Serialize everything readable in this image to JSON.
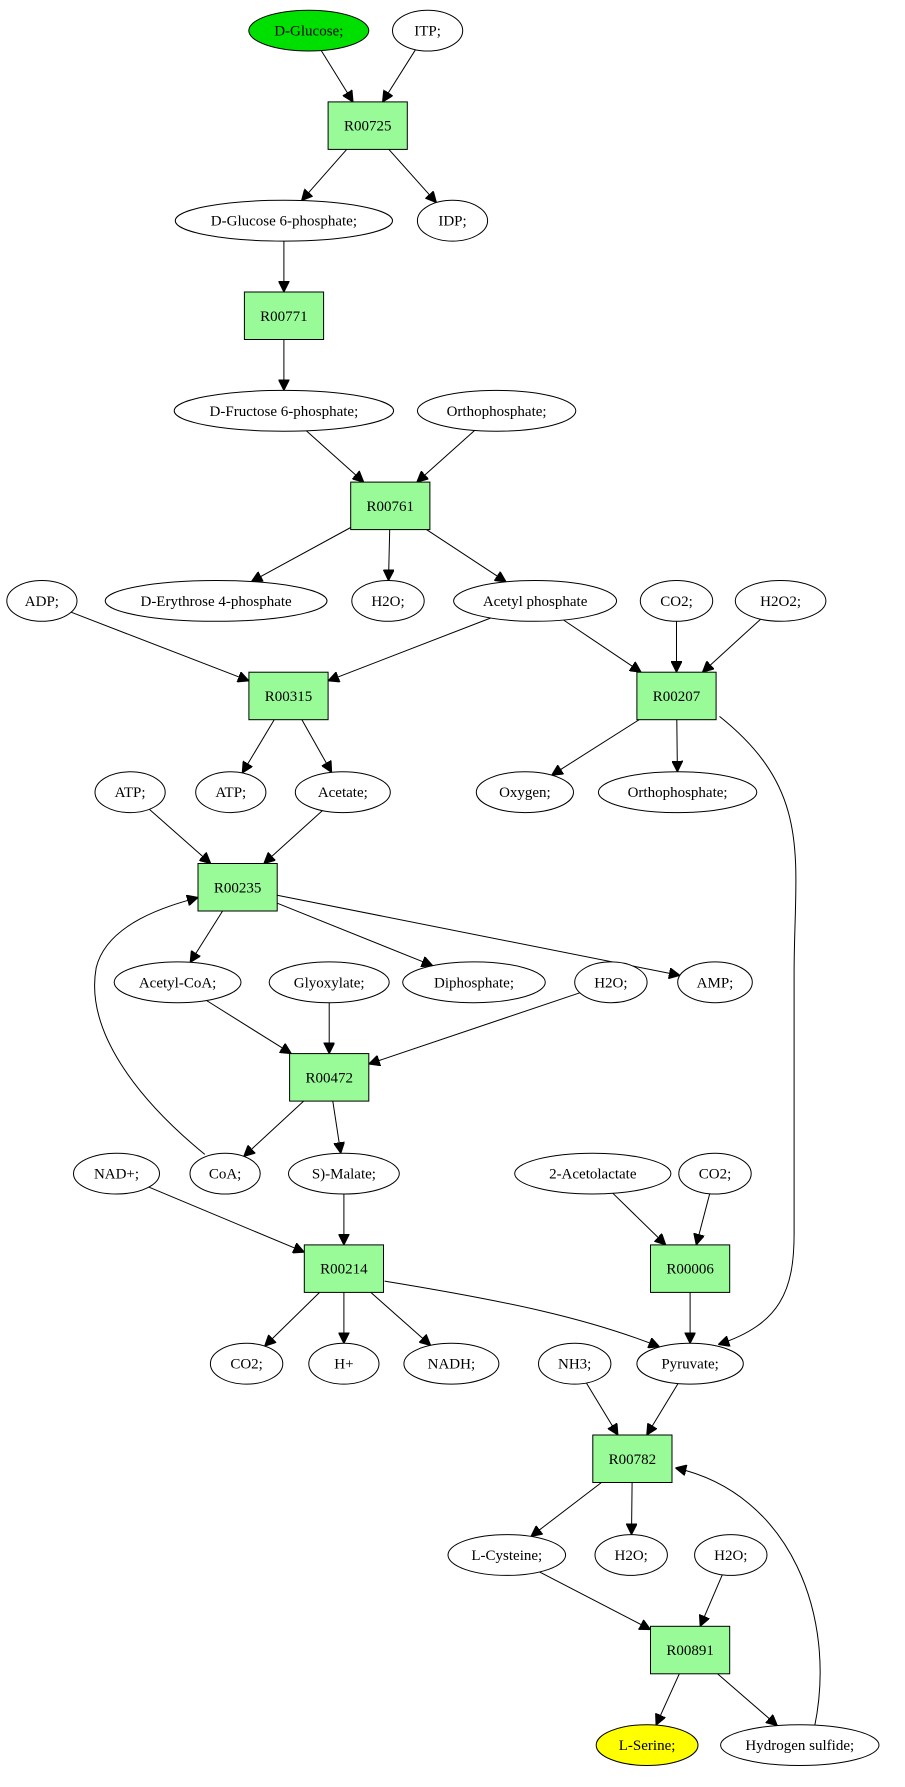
{
  "diagram": {
    "type": "metabolic-pathway-graph",
    "colors": {
      "reaction_fill": "#98fb98",
      "start_fill": "#00e000",
      "end_fill": "#ffff00",
      "compound_fill": "#ffffff"
    },
    "nodes": [
      {
        "id": "glucose",
        "label": "D-Glucose;",
        "kind": "compound",
        "role": "start"
      },
      {
        "id": "itp",
        "label": "ITP;",
        "kind": "compound"
      },
      {
        "id": "r00725",
        "label": "R00725",
        "kind": "reaction"
      },
      {
        "id": "g6p",
        "label": "D-Glucose 6-phosphate;",
        "kind": "compound"
      },
      {
        "id": "idp",
        "label": "IDP;",
        "kind": "compound"
      },
      {
        "id": "r00771",
        "label": "R00771",
        "kind": "reaction"
      },
      {
        "id": "f6p",
        "label": "D-Fructose 6-phosphate;",
        "kind": "compound"
      },
      {
        "id": "pi1",
        "label": "Orthophosphate;",
        "kind": "compound"
      },
      {
        "id": "r00761",
        "label": "R00761",
        "kind": "reaction"
      },
      {
        "id": "e4p",
        "label": "D-Erythrose 4-phosphate",
        "kind": "compound"
      },
      {
        "id": "h2o1",
        "label": "H2O;",
        "kind": "compound"
      },
      {
        "id": "acp",
        "label": "Acetyl phosphate",
        "kind": "compound"
      },
      {
        "id": "adp",
        "label": "ADP;",
        "kind": "compound"
      },
      {
        "id": "co2a",
        "label": "CO2;",
        "kind": "compound"
      },
      {
        "id": "h2o2",
        "label": "H2O2;",
        "kind": "compound"
      },
      {
        "id": "r00315",
        "label": "R00315",
        "kind": "reaction"
      },
      {
        "id": "r00207",
        "label": "R00207",
        "kind": "reaction"
      },
      {
        "id": "atp1",
        "label": "ATP;",
        "kind": "compound"
      },
      {
        "id": "atp2",
        "label": "ATP;",
        "kind": "compound"
      },
      {
        "id": "acetate",
        "label": "Acetate;",
        "kind": "compound"
      },
      {
        "id": "oxygen",
        "label": "Oxygen;",
        "kind": "compound"
      },
      {
        "id": "pi2",
        "label": "Orthophosphate;",
        "kind": "compound"
      },
      {
        "id": "r00235",
        "label": "R00235",
        "kind": "reaction"
      },
      {
        "id": "accoa",
        "label": "Acetyl-CoA;",
        "kind": "compound"
      },
      {
        "id": "glyox",
        "label": "Glyoxylate;",
        "kind": "compound"
      },
      {
        "id": "ppi",
        "label": "Diphosphate;",
        "kind": "compound"
      },
      {
        "id": "h2o3",
        "label": "H2O;",
        "kind": "compound"
      },
      {
        "id": "amp",
        "label": "AMP;",
        "kind": "compound"
      },
      {
        "id": "r00472",
        "label": "R00472",
        "kind": "reaction"
      },
      {
        "id": "nad",
        "label": "NAD+;",
        "kind": "compound"
      },
      {
        "id": "coa",
        "label": "CoA;",
        "kind": "compound"
      },
      {
        "id": "malate",
        "label": "S)-Malate;",
        "kind": "compound"
      },
      {
        "id": "acetolactate",
        "label": "2-Acetolactate",
        "kind": "compound"
      },
      {
        "id": "co2b",
        "label": "CO2;",
        "kind": "compound"
      },
      {
        "id": "r00214",
        "label": "R00214",
        "kind": "reaction"
      },
      {
        "id": "r00006",
        "label": "R00006",
        "kind": "reaction"
      },
      {
        "id": "co2c",
        "label": "CO2;",
        "kind": "compound"
      },
      {
        "id": "hplus",
        "label": "H+",
        "kind": "compound"
      },
      {
        "id": "nadh",
        "label": "NADH;",
        "kind": "compound"
      },
      {
        "id": "nh3",
        "label": "NH3;",
        "kind": "compound"
      },
      {
        "id": "pyruvate",
        "label": "Pyruvate;",
        "kind": "compound"
      },
      {
        "id": "r00782",
        "label": "R00782",
        "kind": "reaction"
      },
      {
        "id": "cys",
        "label": "L-Cysteine;",
        "kind": "compound"
      },
      {
        "id": "h2o4",
        "label": "H2O;",
        "kind": "compound"
      },
      {
        "id": "h2o5",
        "label": "H2O;",
        "kind": "compound"
      },
      {
        "id": "r00891",
        "label": "R00891",
        "kind": "reaction"
      },
      {
        "id": "serine",
        "label": "L-Serine;",
        "kind": "compound",
        "role": "end"
      },
      {
        "id": "h2s",
        "label": "Hydrogen sulfide;",
        "kind": "compound"
      }
    ],
    "edges": [
      {
        "from": "glucose",
        "to": "r00725"
      },
      {
        "from": "itp",
        "to": "r00725"
      },
      {
        "from": "r00725",
        "to": "g6p"
      },
      {
        "from": "r00725",
        "to": "idp"
      },
      {
        "from": "g6p",
        "to": "r00771"
      },
      {
        "from": "r00771",
        "to": "f6p"
      },
      {
        "from": "f6p",
        "to": "r00761"
      },
      {
        "from": "pi1",
        "to": "r00761"
      },
      {
        "from": "r00761",
        "to": "e4p"
      },
      {
        "from": "r00761",
        "to": "h2o1"
      },
      {
        "from": "r00761",
        "to": "acp"
      },
      {
        "from": "adp",
        "to": "r00315"
      },
      {
        "from": "acp",
        "to": "r00315"
      },
      {
        "from": "acp",
        "to": "r00207"
      },
      {
        "from": "co2a",
        "to": "r00207"
      },
      {
        "from": "h2o2",
        "to": "r00207"
      },
      {
        "from": "r00315",
        "to": "atp2"
      },
      {
        "from": "r00315",
        "to": "acetate"
      },
      {
        "from": "r00207",
        "to": "oxygen"
      },
      {
        "from": "r00207",
        "to": "pi2"
      },
      {
        "from": "r00207",
        "to": "pyruvate"
      },
      {
        "from": "atp1",
        "to": "r00235"
      },
      {
        "from": "acetate",
        "to": "r00235"
      },
      {
        "from": "r00235",
        "to": "accoa"
      },
      {
        "from": "r00235",
        "to": "ppi"
      },
      {
        "from": "r00235",
        "to": "amp"
      },
      {
        "from": "accoa",
        "to": "r00472"
      },
      {
        "from": "glyox",
        "to": "r00472"
      },
      {
        "from": "h2o3",
        "to": "r00472"
      },
      {
        "from": "r00472",
        "to": "coa"
      },
      {
        "from": "r00472",
        "to": "malate"
      },
      {
        "from": "coa",
        "to": "r00235"
      },
      {
        "from": "nad",
        "to": "r00214"
      },
      {
        "from": "malate",
        "to": "r00214"
      },
      {
        "from": "acetolactate",
        "to": "r00006"
      },
      {
        "from": "co2b",
        "to": "r00006"
      },
      {
        "from": "r00214",
        "to": "co2c"
      },
      {
        "from": "r00214",
        "to": "hplus"
      },
      {
        "from": "r00214",
        "to": "nadh"
      },
      {
        "from": "r00214",
        "to": "pyruvate"
      },
      {
        "from": "r00006",
        "to": "pyruvate"
      },
      {
        "from": "nh3",
        "to": "r00782"
      },
      {
        "from": "pyruvate",
        "to": "r00782"
      },
      {
        "from": "r00782",
        "to": "cys"
      },
      {
        "from": "r00782",
        "to": "h2o4"
      },
      {
        "from": "cys",
        "to": "r00891"
      },
      {
        "from": "h2o5",
        "to": "r00891"
      },
      {
        "from": "r00891",
        "to": "serine"
      },
      {
        "from": "r00891",
        "to": "h2s"
      },
      {
        "from": "h2s",
        "to": "r00782"
      }
    ]
  }
}
